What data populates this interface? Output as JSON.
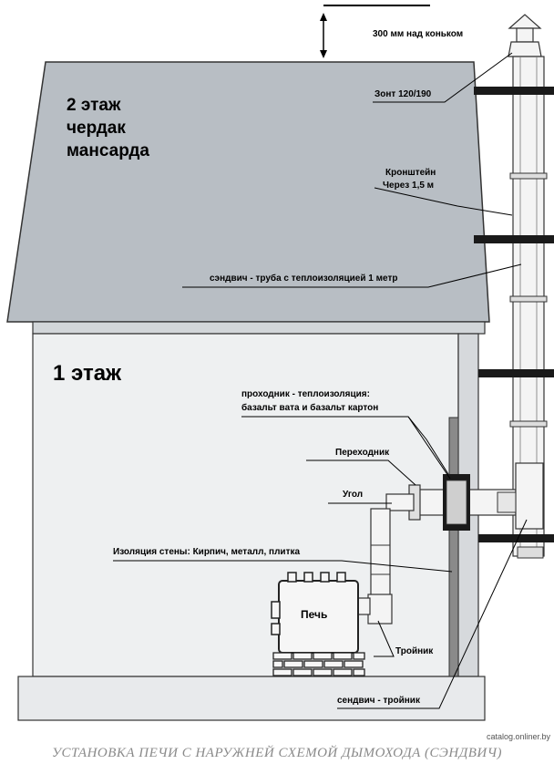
{
  "labels": {
    "height_above_ridge": "300 мм над коньком",
    "cap": "Зонт 120/190",
    "bracket_line1": "Кронштейн",
    "bracket_line2": "Через 1,5 м",
    "sandwich_pipe": "сэндвич - труба с теплоизоляцией 1 метр",
    "pass_through_line1": "проходник - теплоизоляция:",
    "pass_through_line2": "базальт вата и базальт картон",
    "adapter": "Переходник",
    "elbow": "Угол",
    "wall_insulation": "Изоляция стены: Кирпич, металл, плитка",
    "stove": "Печь",
    "tee": "Тройник",
    "sandwich_tee": "сендвич - тройник"
  },
  "floors": {
    "attic_line1": "2 этаж",
    "attic_line2": "чердак",
    "attic_line3": "мансарда",
    "ground": "1 этаж"
  },
  "caption": "УСТАНОВКА ПЕЧИ С НАРУЖНЕЙ СХЕМОЙ ДЫМОХОДА (СЭНДВИЧ)",
  "watermark": "catalog.onliner.by",
  "colors": {
    "roof": "#b8bec4",
    "wall": "#eef0f1",
    "outline": "#333333",
    "insulation": "#8a8a8a",
    "pipe": "#f4f4f4"
  }
}
